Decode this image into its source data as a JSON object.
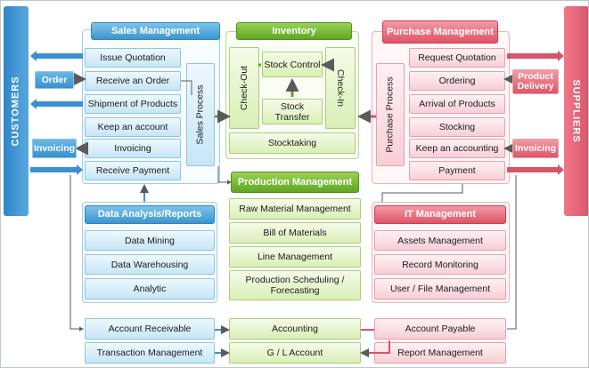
{
  "side_labels": {
    "left": "CUSTOMERS",
    "right": "SUPPLIERS"
  },
  "tags": {
    "order": "Order",
    "invoicing_left": "Invoicing",
    "product_delivery": "Product Delivery",
    "invoicing_right": "Invoicing"
  },
  "sales": {
    "title": "Sales Management",
    "items": [
      "Issue Quotation",
      "Receive an Order",
      "Shipment of Products",
      "Keep an account",
      "Invoicing",
      "Receive Payment"
    ],
    "process": "Sales Process"
  },
  "inventory": {
    "title": "Inventory",
    "check_out": "Check-Out",
    "check_in": "Check-In",
    "stock_control": "Stock Control",
    "stock_transfer": "Stock Transfer",
    "stocktaking": "Stocktaking"
  },
  "purchase": {
    "title": "Purchase Management",
    "items": [
      "Request Quotation",
      "Ordering",
      "Arrival of Products",
      "Stocking",
      "Keep an accounting",
      "Payment"
    ],
    "process": "Purchase Process"
  },
  "data_analysis": {
    "title": "Data Analysis/Reports",
    "items": [
      "Data Mining",
      "Data Warehousing",
      "Analytic"
    ]
  },
  "production": {
    "title": "Production Management",
    "items": [
      "Raw Material Management",
      "Bill of Materials",
      "Line Management",
      "Production Scheduling / Forecasting"
    ]
  },
  "it": {
    "title": "IT Management",
    "items": [
      "Assets Management",
      "Record Monitoring",
      "User / File Management"
    ]
  },
  "accounting": {
    "left": [
      "Account Receivable",
      "Transaction Management"
    ],
    "center": [
      "Accounting",
      "G / L Account"
    ],
    "right": [
      "Account Payable",
      "Report Management"
    ]
  },
  "colors": {
    "blue": "#3b96cf",
    "green": "#5fa623",
    "pink": "#dd5466",
    "arrow_blue": "#3d8fd0",
    "arrow_green": "#58a32a",
    "arrow_pink": "#d85468",
    "line": "#5a5a5a"
  }
}
